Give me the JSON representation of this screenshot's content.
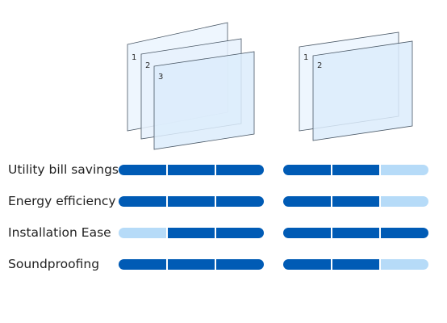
{
  "options": [
    {
      "name": "triple-pane",
      "panes": [
        "1",
        "2",
        "3"
      ]
    },
    {
      "name": "double-pane",
      "panes": [
        "1",
        "2"
      ]
    }
  ],
  "colors": {
    "filled": "#005bb5",
    "unfilled": "#b6dbf8",
    "glass_fill": "#dcecfc",
    "glass_stroke": "#4a5866"
  },
  "ratings": [
    {
      "label": "Utility bill savings",
      "values": [
        3,
        2
      ],
      "first_filled": [
        1,
        1
      ]
    },
    {
      "label": "Energy efficiency",
      "values": [
        3,
        2
      ],
      "first_filled": [
        1,
        1
      ]
    },
    {
      "label": "Installation Ease",
      "values": [
        2,
        3
      ],
      "first_filled": [
        2,
        1
      ]
    },
    {
      "label": "Soundproofing",
      "values": [
        3,
        2
      ],
      "first_filled": [
        1,
        1
      ]
    }
  ],
  "scale_max": 3
}
